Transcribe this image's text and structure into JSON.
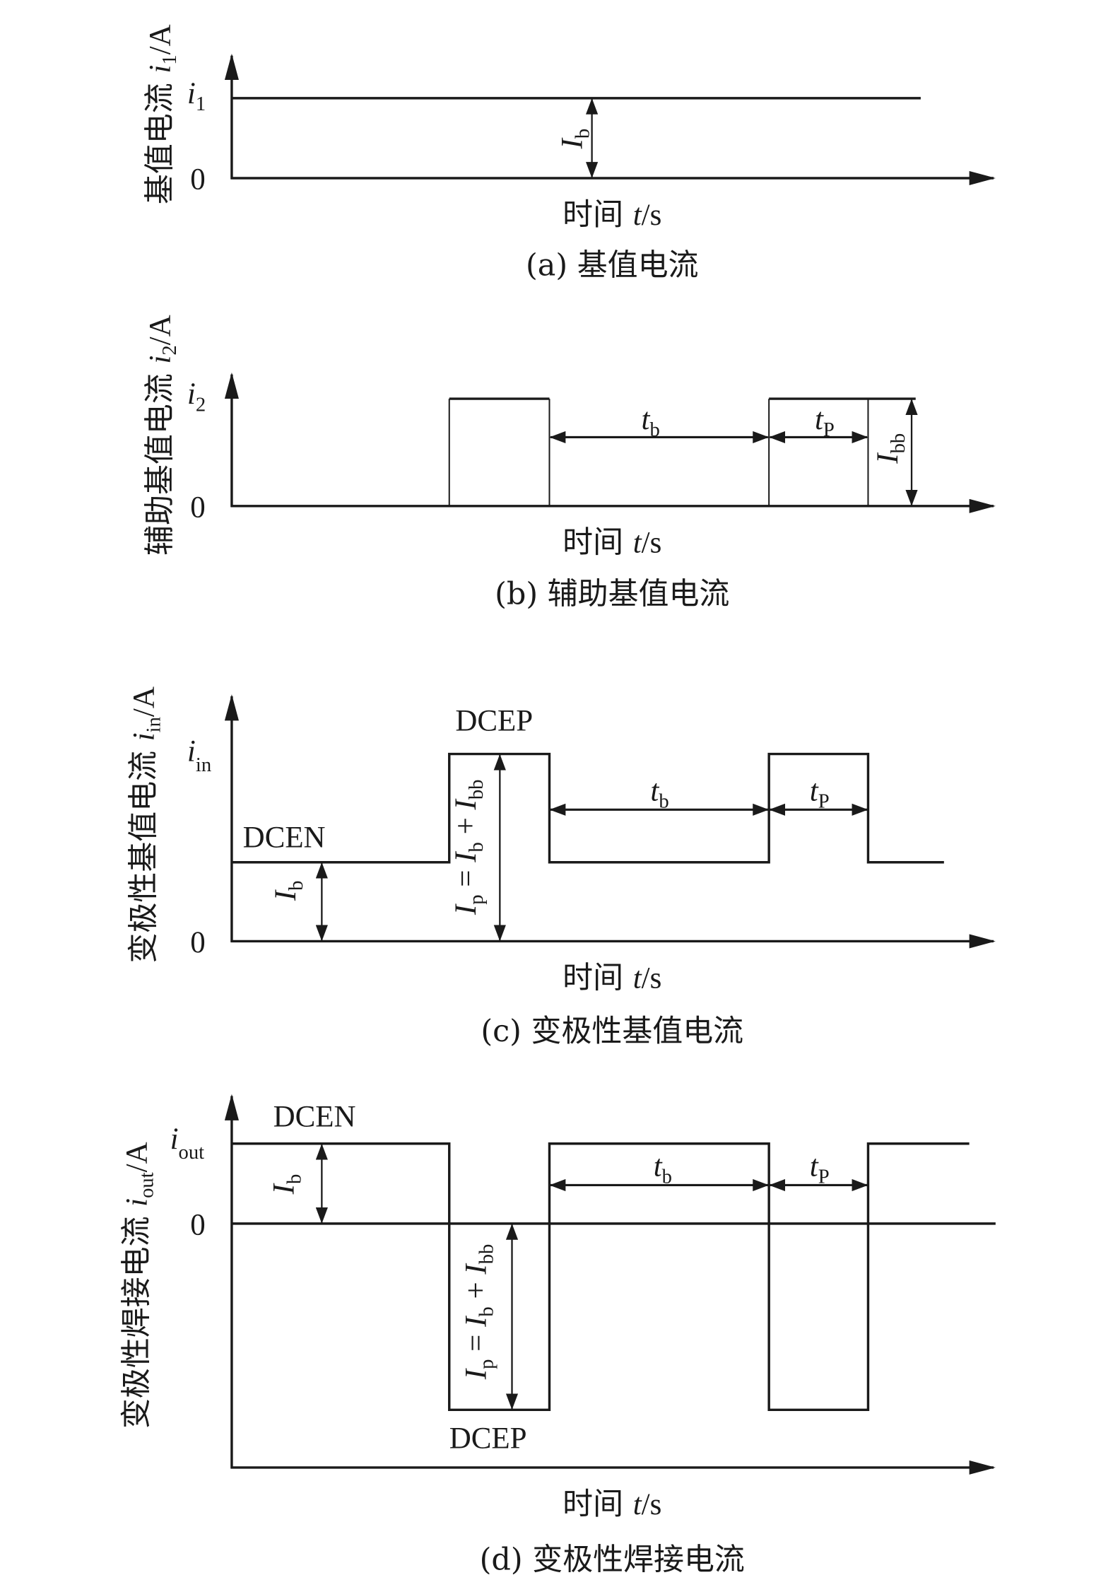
{
  "figure": {
    "panels": [
      {
        "id": "a",
        "caption": "(a) 基值电流",
        "y_axis_label": {
          "prefix": "基值电流 ",
          "sym": "i",
          "sub": "1",
          "unit": "/A"
        },
        "x_axis_label": {
          "prefix": "时间 ",
          "sym": "t",
          "unit": "/s"
        },
        "level_label": {
          "sym": "i",
          "sub": "1"
        },
        "zero_label": "0",
        "annotations": [
          {
            "type": "v-arrow",
            "sym": "I",
            "sub": "b"
          }
        ]
      },
      {
        "id": "b",
        "caption": "(b) 辅助基值电流",
        "y_axis_label": {
          "prefix": "辅助基值电流 ",
          "sym": "i",
          "sub": "2",
          "unit": "/A"
        },
        "x_axis_label": {
          "prefix": "时间 ",
          "sym": "t",
          "unit": "/s"
        },
        "level_label": {
          "sym": "i",
          "sub": "2"
        },
        "zero_label": "0",
        "annotations": [
          {
            "type": "h-arrow",
            "sym": "t",
            "sub": "b"
          },
          {
            "type": "h-arrow",
            "sym": "t",
            "sub": "P"
          },
          {
            "type": "v-arrow",
            "sym": "I",
            "sub": "bb"
          }
        ]
      },
      {
        "id": "c",
        "caption": "(c) 变极性基值电流",
        "y_axis_label": {
          "prefix": "变极性基值电流 ",
          "sym": "i",
          "sub": "in",
          "unit": "/A"
        },
        "x_axis_label": {
          "prefix": "时间 ",
          "sym": "t",
          "unit": "/s"
        },
        "level_label": {
          "sym": "i",
          "sub": "in"
        },
        "zero_label": "0",
        "state_labels": [
          "DCEN",
          "DCEP"
        ],
        "annotations": [
          {
            "type": "v-arrow",
            "sym": "I",
            "sub": "b"
          },
          {
            "type": "v-arrow-eq",
            "text": "I_p = I_b + I_bb",
            "sym1": "I",
            "sub1": "p",
            "eq": " = ",
            "sym2": "I",
            "sub2": "b",
            "plus": " + ",
            "sym3": "I",
            "sub3": "bb"
          },
          {
            "type": "h-arrow",
            "sym": "t",
            "sub": "b"
          },
          {
            "type": "h-arrow",
            "sym": "t",
            "sub": "P"
          }
        ]
      },
      {
        "id": "d",
        "caption": "(d) 变极性焊接电流",
        "y_axis_label": {
          "prefix": "变极性焊接电流 ",
          "sym": "i",
          "sub": "out",
          "unit": "/A"
        },
        "x_axis_label": {
          "prefix": "时间 ",
          "sym": "t",
          "unit": "/s"
        },
        "level_label": {
          "sym": "i",
          "sub": "out"
        },
        "zero_label": "0",
        "state_labels": [
          "DCEN",
          "DCEP"
        ],
        "annotations": [
          {
            "type": "v-arrow",
            "sym": "I",
            "sub": "b"
          },
          {
            "type": "v-arrow-eq",
            "text": "I_p = I_b + I_bb",
            "sym1": "I",
            "sub1": "p",
            "eq": " = ",
            "sym2": "I",
            "sub2": "b",
            "plus": " + ",
            "sym3": "I",
            "sub3": "bb"
          },
          {
            "type": "h-arrow",
            "sym": "t",
            "sub": "b"
          },
          {
            "type": "h-arrow",
            "sym": "t",
            "sub": "P"
          }
        ]
      }
    ],
    "line_color": "#1a1a1a"
  }
}
